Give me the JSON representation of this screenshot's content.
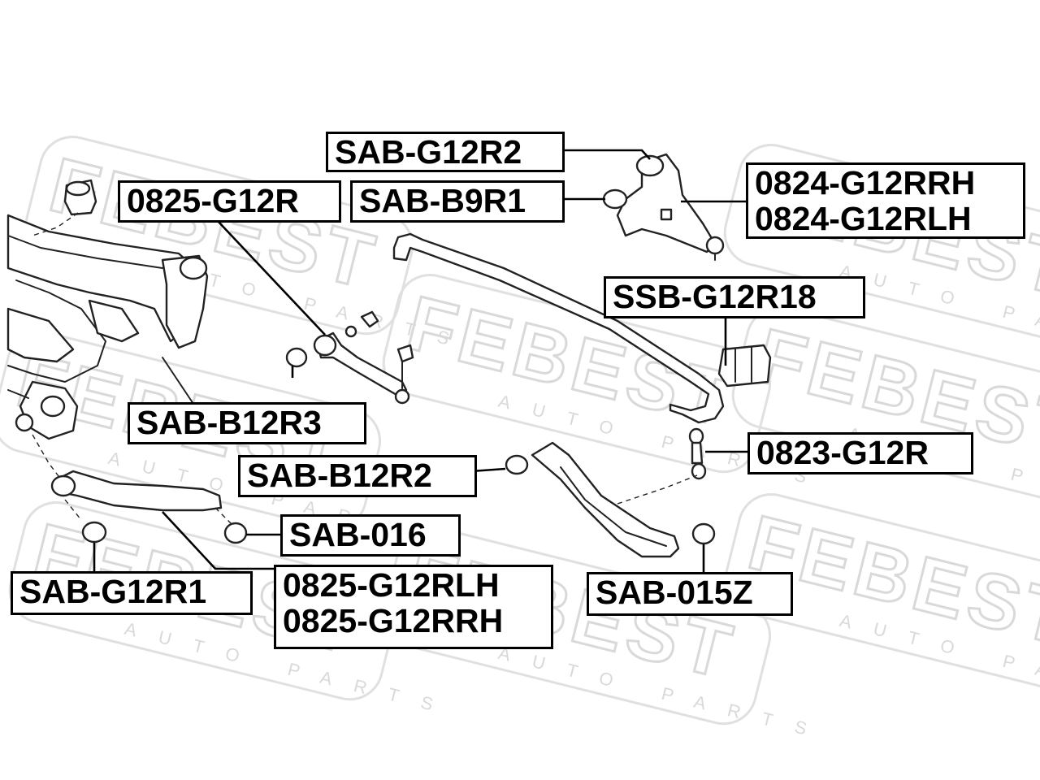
{
  "watermark": {
    "brand": "FEBEST",
    "tagline": "AUTO PARTS"
  },
  "labels": {
    "sab_g12r2": "SAB-G12R2",
    "sab_b9r1": "SAB-B9R1",
    "p0825_g12r": "0825-G12R",
    "p0824_g12rrh": "0824-G12RRH",
    "p0824_g12rlh": "0824-G12RLH",
    "ssb_g12r18": "SSB-G12R18",
    "sab_b12r3": "SAB-B12R3",
    "p0823_g12r": "0823-G12R",
    "sab_b12r2": "SAB-B12R2",
    "sab_016": "SAB-016",
    "sab_g12r1": "SAB-G12R1",
    "p0825_g12rlh": "0825-G12RLH",
    "p0825_g12rrh": "0825-G12RRH",
    "sab_015z": "SAB-015Z"
  }
}
